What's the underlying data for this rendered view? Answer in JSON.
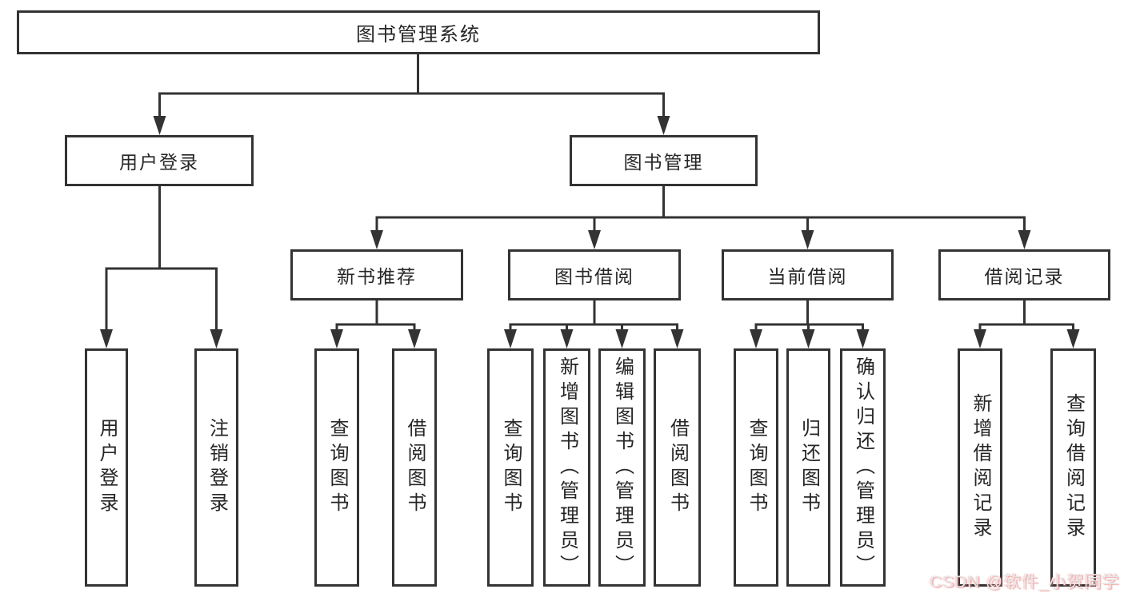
{
  "diagram": {
    "root": "图书管理系统",
    "branches": [
      {
        "label": "用户登录",
        "children": [
          {
            "label": "用户登录"
          },
          {
            "label": "注销登录"
          }
        ]
      },
      {
        "label": "图书管理",
        "children": [
          {
            "label": "新书推荐",
            "children": [
              {
                "label": "查询图书"
              },
              {
                "label": "借阅图书"
              }
            ]
          },
          {
            "label": "图书借阅",
            "children": [
              {
                "label": "查询图书"
              },
              {
                "label": "新增图书（管理员）"
              },
              {
                "label": "编辑图书（管理员）"
              },
              {
                "label": "借阅图书"
              }
            ]
          },
          {
            "label": "当前借阅",
            "children": [
              {
                "label": "查询图书"
              },
              {
                "label": "归还图书"
              },
              {
                "label": "确认归还（管理员）"
              }
            ]
          },
          {
            "label": "借阅记录",
            "children": [
              {
                "label": "新增借阅记录"
              },
              {
                "label": "查询借阅记录"
              }
            ]
          }
        ]
      }
    ]
  },
  "watermark": {
    "text": "CSDN @软件_小贺同学"
  },
  "colors": {
    "line": "#333333",
    "text": "#262626",
    "background": "#ffffff",
    "watermark_text": "#e6e6e6",
    "watermark_shadow": "#f06e6e"
  }
}
